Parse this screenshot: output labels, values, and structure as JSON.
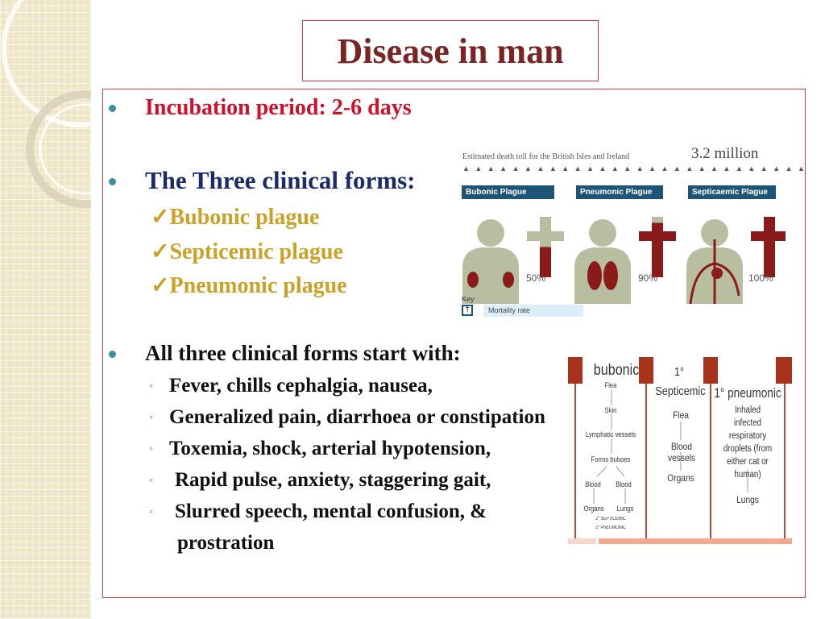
{
  "title": "Disease in man",
  "incubation": "Incubation period: 2-6 days",
  "forms_heading": "The Three clinical forms:",
  "forms": [
    "Bubonic plague",
    "Septicemic plague",
    "Pneumonic plague"
  ],
  "symptoms_heading": "All three clinical forms start with:",
  "symptoms": [
    "Fever, chills cephalgia, nausea,",
    "Generalized pain, diarrhoea or constipation",
    "Toxemia, shock, arterial hypotension,",
    "Rapid pulse, anxiety, staggering gait,",
    "Slurred speech, mental confusion, &",
    "prostration"
  ],
  "infographic": {
    "caption": "Estimated death toll for the British Isles and Ireland",
    "total": "3.2 million",
    "types": [
      {
        "name": "Bubonic Plague",
        "rate": "50%",
        "mortality": 50
      },
      {
        "name": "Pneumonic Plague",
        "rate": "90%",
        "mortality": 90
      },
      {
        "name": "Septicaemic Plague",
        "rate": "100%",
        "mortality": 100
      }
    ],
    "key": "Key",
    "key_label": "Mortality rate"
  },
  "diagram": {
    "bubonic": {
      "title": "bubonic",
      "steps": [
        "Flea",
        "Skin",
        "Lymphatic vessels",
        "Forms buboes",
        "Blood",
        "Blood",
        "Organs",
        "Lungs",
        "2° SEPTICEMIC",
        "2° PNEUMONIC"
      ]
    },
    "septicemic": {
      "title1": "1°",
      "title2": "Septicemic",
      "steps": [
        "Flea",
        "Blood vessels",
        "Organs"
      ]
    },
    "pneumonic": {
      "title": "1° pneumonic",
      "steps": [
        "Inhaled infected respiratory droplets (from either cat or human)",
        "Lungs"
      ]
    }
  },
  "colors": {
    "title": "#7b2424",
    "incubation": "#d0102a",
    "forms_heading": "#1a2a6b",
    "forms": "#c9a227",
    "cross": "#8b1a1a",
    "diagram_bar": "#a8321c"
  }
}
